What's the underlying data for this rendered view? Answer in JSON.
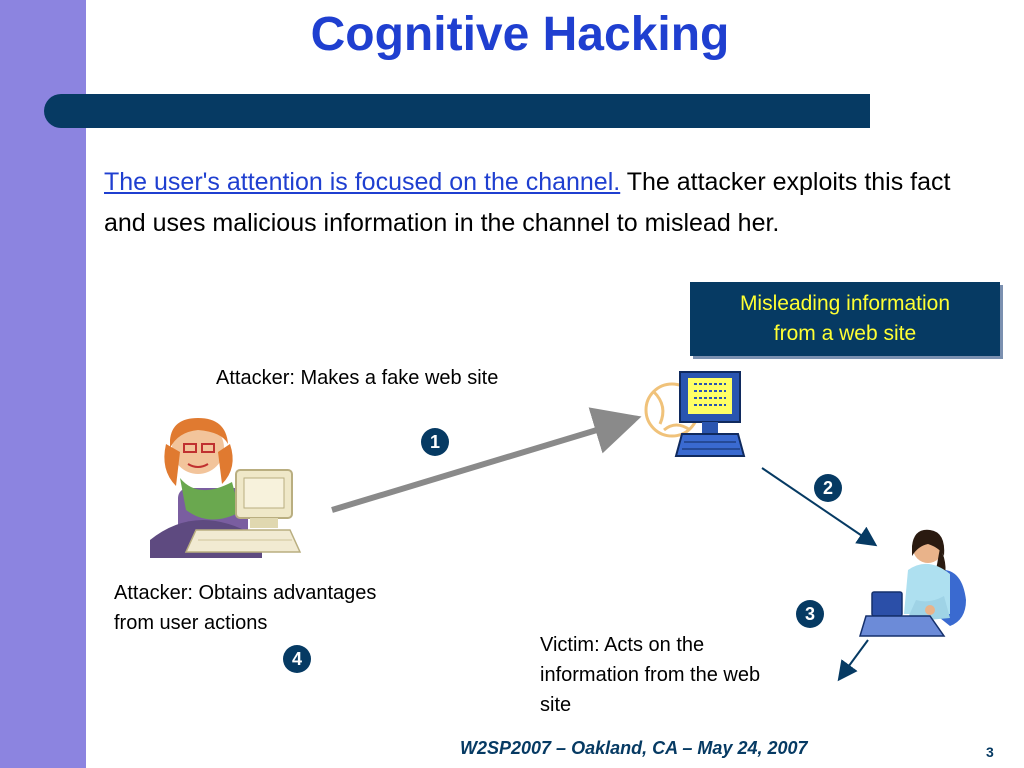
{
  "slide": {
    "title": "Cognitive Hacking",
    "body_link": "The user's attention is focused on the channel.",
    "body_rest": " The attacker exploits this fact and uses malicious information in the channel to mislead her.",
    "callout_line1": "Misleading information",
    "callout_line2": "from a web site",
    "label_fake_site": "Attacker: Makes a fake web site",
    "label_advantage_line1": "Attacker: Obtains advantages",
    "label_advantage_line2": "from user actions",
    "label_victim_line1": "Victim: Acts on the",
    "label_victim_line2": "information from the web",
    "label_victim_line3": "site",
    "badges": [
      "1",
      "2",
      "3",
      "4"
    ],
    "footer": "W2SP2007 – Oakland, CA – May 24, 2007",
    "page_number": "3"
  },
  "colors": {
    "title": "#1f3fd0",
    "bar": "#063a63",
    "strip": "#8c84e0",
    "callout_text": "#ffff33"
  },
  "icons": [
    "attacker-illustration",
    "web-server-icon",
    "victim-illustration"
  ]
}
